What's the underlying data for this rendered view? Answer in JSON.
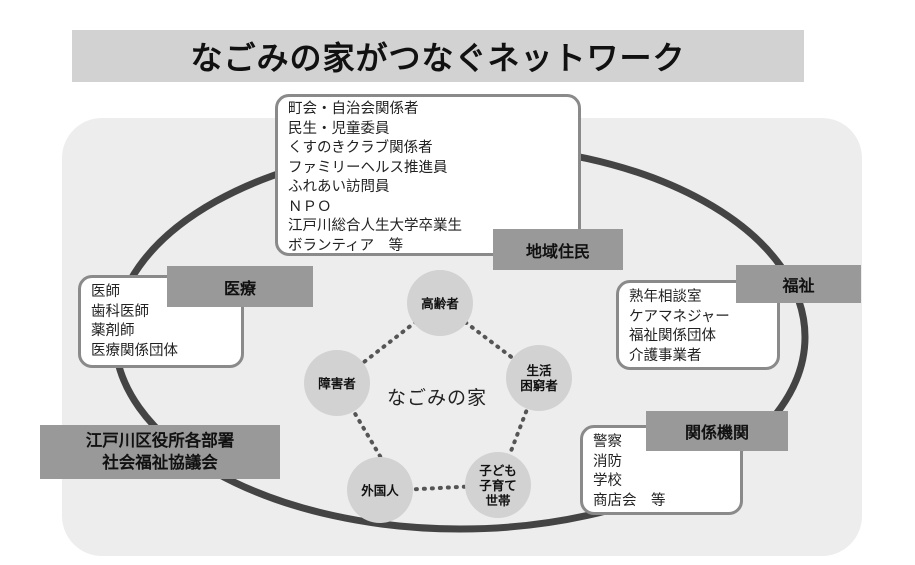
{
  "title": "なごみの家がつなぐネットワーク",
  "center": "なごみの家",
  "groups": {
    "community": {
      "tag": "地域住民",
      "items": [
        "町会・自治会関係者",
        "民生・児童委員",
        "くすのきクラブ関係者",
        "ファミリーヘルス推進員",
        "ふれあい訪問員",
        "ＮＰＯ",
        "江戸川総合人生大学卒業生",
        "ボランティア　等"
      ]
    },
    "medical": {
      "tag": "医療",
      "items": [
        "医師",
        "歯科医師",
        "薬剤師",
        "医療関係団体"
      ]
    },
    "welfare": {
      "tag": "福祉",
      "items": [
        "熟年相談室",
        "ケアマネジャー",
        "福祉関係団体",
        "介護事業者"
      ]
    },
    "agencies": {
      "tag": "関係機関",
      "items": [
        "警察",
        "消防",
        "学校",
        "商店会　等"
      ]
    },
    "ward": {
      "lines": [
        "江戸川区役所各部署",
        "社会福祉協議会"
      ]
    }
  },
  "nodes": [
    {
      "id": "elderly",
      "lines": [
        "高齢者"
      ]
    },
    {
      "id": "hardship",
      "lines": [
        "生活",
        "困窮者"
      ]
    },
    {
      "id": "childcare",
      "lines": [
        "子ども",
        "子育て",
        "世帯"
      ]
    },
    {
      "id": "foreigner",
      "lines": [
        "外国人"
      ]
    },
    {
      "id": "disabled",
      "lines": [
        "障害者"
      ]
    }
  ]
}
